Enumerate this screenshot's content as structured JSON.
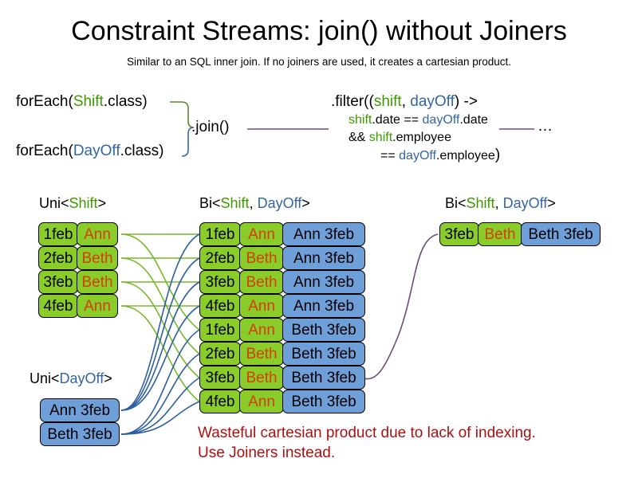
{
  "slide": {
    "title": "Constraint Streams: join() without Joiners",
    "subtitle": "Similar to an SQL inner join. If no joiners are used, it creates a cartesian product.",
    "warning_line1": "Wasteful cartesian product due to lack of indexing.",
    "warning_line2": "Use Joiners instead."
  },
  "colors": {
    "shift_green": "#8ACC2A",
    "dayoff_blue": "#6F9FD8",
    "shift_token": "#3c9a00",
    "dayoff_token": "#3465a4",
    "employee_text": "#d24000",
    "warning_red": "#aa1111",
    "purple_wire": "#6b4a7a",
    "green_wire": "#77b82a",
    "blue_wire": "#2c5f9e"
  },
  "code": {
    "foreach_shift": {
      "prefix": "forEach(",
      "type": "Shift",
      "suffix": ".class)"
    },
    "foreach_dayoff": {
      "prefix": "forEach(",
      "type": "DayOff",
      "suffix": ".class)"
    },
    "join": ".join()",
    "ellipsis": "…",
    "filter": {
      "line1_pre": ".filter((",
      "line1_a": "shift",
      "line1_comma": ", ",
      "line1_b": "dayOff",
      "line1_post": ") ->",
      "line2_a": "shift",
      "line2_mid": ".date == ",
      "line2_b": "dayOff",
      "line2_post": ".date",
      "line3_pre": "&& ",
      "line3_a": "shift",
      "line3_post": ".employee",
      "line4_pre": "== ",
      "line4_b": "dayOff",
      "line4_post": ".employee",
      "line4_close": ")"
    }
  },
  "streams": {
    "uni_shift": {
      "caption_pre": "Uni<",
      "caption_type": "Shift",
      "caption_post": ">",
      "rows": [
        {
          "date": "1feb",
          "employee": "Ann"
        },
        {
          "date": "2feb",
          "employee": "Beth"
        },
        {
          "date": "3feb",
          "employee": "Beth"
        },
        {
          "date": "4feb",
          "employee": "Ann"
        }
      ]
    },
    "uni_dayoff": {
      "caption_pre": "Uni<",
      "caption_type": "DayOff",
      "caption_post": ">",
      "rows": [
        {
          "dayoff": "Ann 3feb"
        },
        {
          "dayoff": "Beth 3feb"
        }
      ]
    },
    "bi_middle": {
      "caption_pre": "Bi<",
      "caption_type_a": "Shift",
      "caption_comma": ", ",
      "caption_type_b": "DayOff",
      "caption_post": ">",
      "rows": [
        {
          "date": "1feb",
          "employee": "Ann",
          "dayoff": "Ann 3feb"
        },
        {
          "date": "2feb",
          "employee": "Beth",
          "dayoff": "Ann 3feb"
        },
        {
          "date": "3feb",
          "employee": "Beth",
          "dayoff": "Ann 3feb"
        },
        {
          "date": "4feb",
          "employee": "Ann",
          "dayoff": "Ann 3feb"
        },
        {
          "date": "1feb",
          "employee": "Ann",
          "dayoff": "Beth 3feb"
        },
        {
          "date": "2feb",
          "employee": "Beth",
          "dayoff": "Beth 3feb"
        },
        {
          "date": "3feb",
          "employee": "Beth",
          "dayoff": "Beth 3feb"
        },
        {
          "date": "4feb",
          "employee": "Ann",
          "dayoff": "Beth 3feb"
        }
      ]
    },
    "bi_right": {
      "caption_pre": "Bi<",
      "caption_type_a": "Shift",
      "caption_comma": ", ",
      "caption_type_b": "DayOff",
      "caption_post": ">",
      "rows": [
        {
          "date": "3feb",
          "employee": "Beth",
          "dayoff": "Beth 3feb"
        }
      ]
    }
  }
}
